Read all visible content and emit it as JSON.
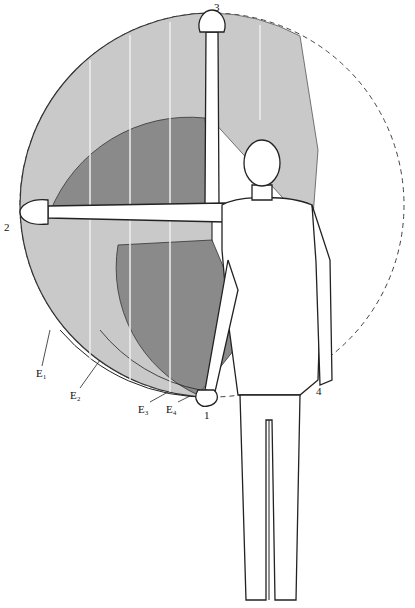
{
  "diagram": {
    "labels": [
      "3",
      "2",
      "E₁",
      "E₂",
      "E₃",
      "E₄",
      "1",
      "4"
    ]
  }
}
